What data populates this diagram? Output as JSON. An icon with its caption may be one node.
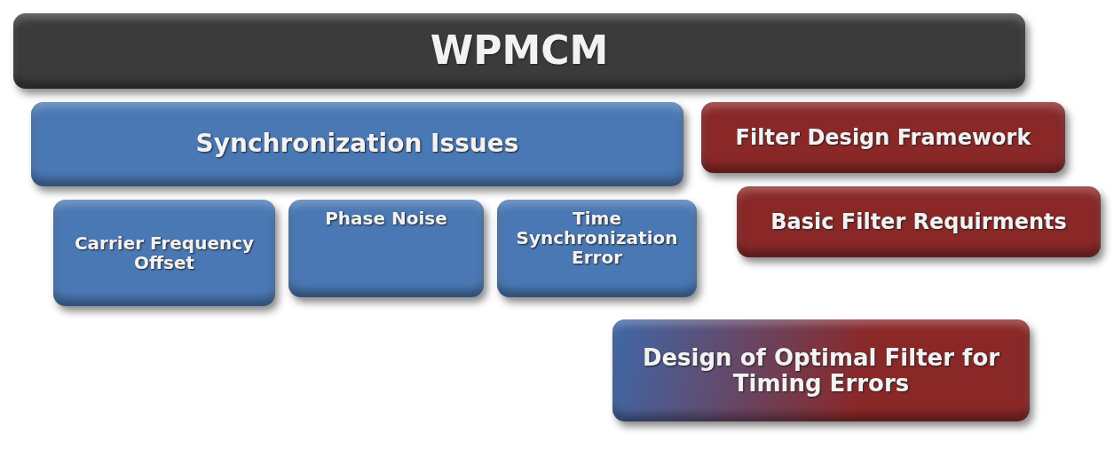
{
  "diagram": {
    "nodes": [
      {
        "text": [
          "WPMCM"
        ]
      },
      {
        "text": [
          "Synchronization Issues"
        ]
      },
      {
        "text": [
          "Carrier Frequency Offset"
        ]
      },
      {
        "text": [
          "Phase Noise"
        ]
      },
      {
        "text": [
          "Time Synchronization Error"
        ]
      },
      {
        "text": [
          "Filter Design Framework"
        ]
      },
      {
        "text": [
          "Basic Filter Requirments"
        ]
      },
      {
        "text": [
          "Design of Optimal Filter for Timing Errors"
        ]
      }
    ]
  }
}
